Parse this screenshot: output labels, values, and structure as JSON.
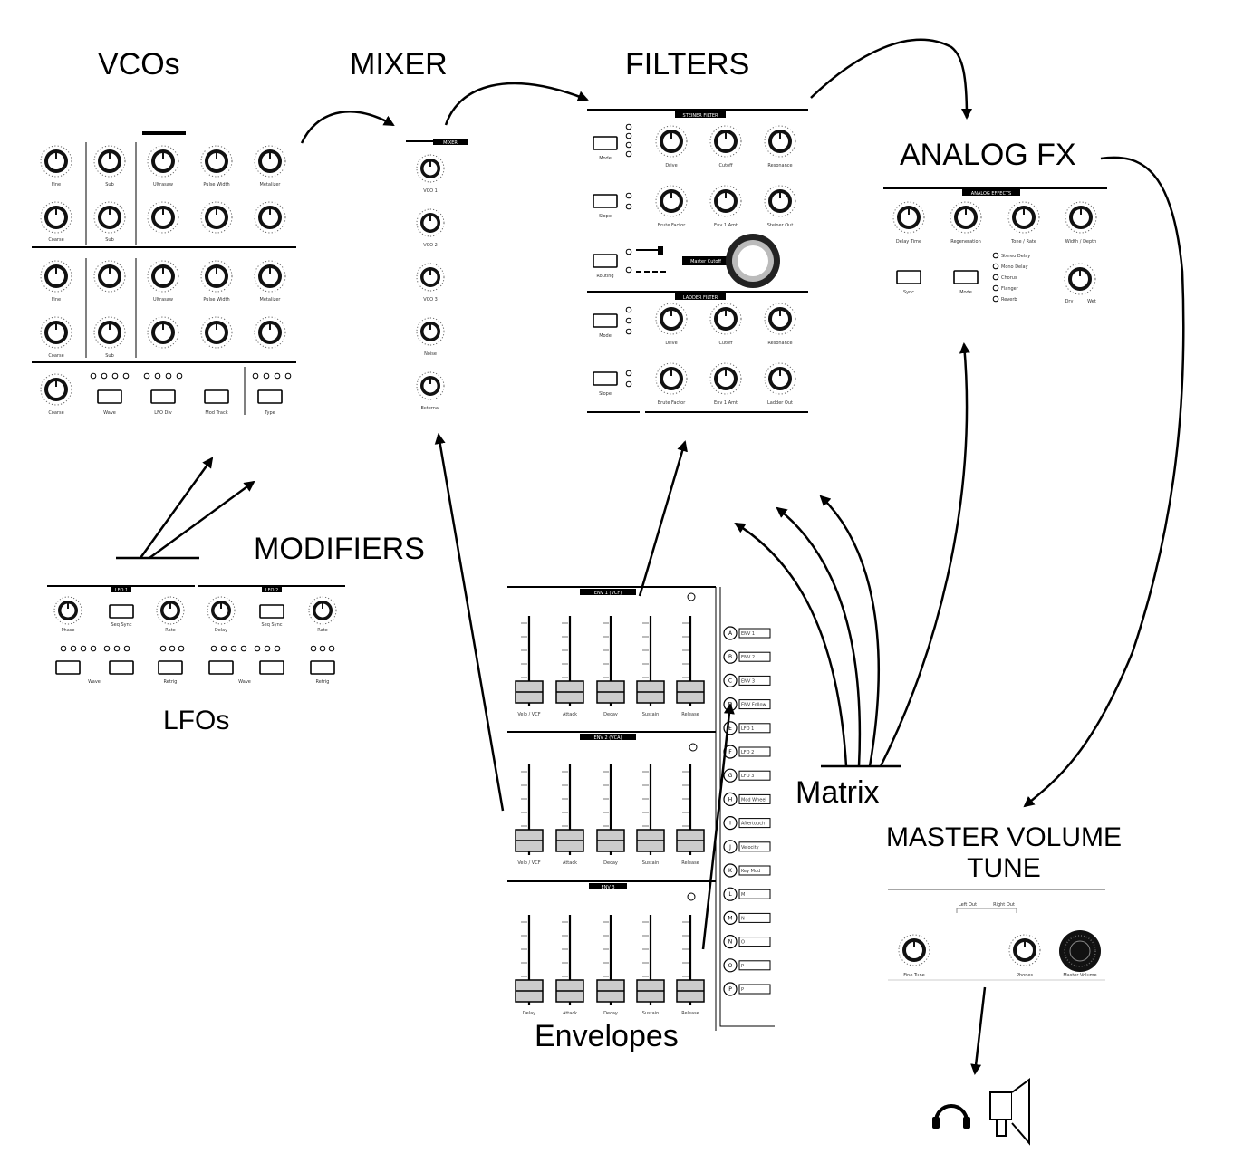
{
  "colors": {
    "ink": "#000000",
    "background": "#ffffff",
    "panel_tick": "#555555"
  },
  "labels": {
    "vcos": "VCOs",
    "mixer": "MIXER",
    "filters": "FILTERS",
    "analog_fx": "ANALOG FX",
    "modifiers": "MODIFIERS",
    "lfos": "LFOs",
    "envelopes": "Envelopes",
    "matrix": "Matrix",
    "master_line1": "MASTER VOLUME",
    "master_line2": "TUNE"
  },
  "vco_panel": {
    "row_labels": [
      "Fine",
      "Sub",
      "Ultrasaw",
      "Pulse Width",
      "Metalizer"
    ],
    "row2_labels": [
      "Coarse",
      "Sub",
      "",
      "",
      ""
    ],
    "bottom_labels": [
      "Coarse",
      "Wave",
      "LFO Div",
      "Mod Track",
      "Type"
    ]
  },
  "mixer_panel": {
    "header": "MIXER",
    "channels": [
      "VCO 1",
      "VCO 2",
      "VCO 3",
      "Noise",
      "External"
    ]
  },
  "filter_panel": {
    "steiner_header": "STEINER FILTER",
    "ladder_header": "LADDER FILTER",
    "steiner_knobs": [
      "Drive",
      "Cutoff",
      "Resonance"
    ],
    "steiner_knobs2": [
      "Brute Factor",
      "Env 1 Amt",
      "Steiner Out"
    ],
    "ladder_knobs": [
      "Drive",
      "Cutoff",
      "Resonance"
    ],
    "ladder_knobs2": [
      "Brute Factor",
      "Env 1 Amt",
      "Ladder Out"
    ],
    "buttons": [
      "Mode",
      "Slope",
      "Routing",
      "Mode",
      "Slope"
    ],
    "master_cutoff": "Master Cutoff"
  },
  "fx_panel": {
    "header": "ANALOG EFFECTS",
    "knobs": [
      "Delay Time",
      "Regeneration",
      "Tone / Rate",
      "Width / Depth"
    ],
    "buttons": [
      "Sync",
      "Mode"
    ],
    "modes": [
      "Stereo Delay",
      "Mono Delay",
      "Chorus",
      "Flanger",
      "Reverb"
    ],
    "drywet": [
      "Dry",
      "Wet"
    ]
  },
  "lfo_panel": {
    "headers": [
      "LFO 1",
      "LFO 2"
    ],
    "knobs": [
      "Phase",
      "Rate",
      "Delay",
      "Rate"
    ],
    "buttons": [
      "Seq Sync",
      "Seq Sync"
    ],
    "bottom": [
      "Wave",
      "Retrig",
      "Wave",
      "Retrig"
    ]
  },
  "env_panel": {
    "headers": [
      "ENV 1 (VCF)",
      "ENV 2 (VCA)",
      "ENV 3"
    ],
    "faders1": [
      "Velo / VCF",
      "Attack",
      "Decay",
      "Sustain",
      "Release"
    ],
    "faders2": [
      "Velo / VCF",
      "Attack",
      "Decay",
      "Sustain",
      "Release"
    ],
    "faders3": [
      "Delay",
      "Attack",
      "Decay",
      "Sustain",
      "Release"
    ]
  },
  "matrix_panel": {
    "rows": [
      "A",
      "B",
      "C",
      "D",
      "E",
      "F",
      "G",
      "H",
      "I",
      "J",
      "K",
      "L",
      "M",
      "N",
      "O",
      "P"
    ],
    "sources": [
      "ENV 1",
      "ENV 2",
      "ENV 3",
      "ENV Follow",
      "LFO 1",
      "LFO 2",
      "LFO 3",
      "Mod Wheel",
      "Aftertouch",
      "Velocity",
      "Key Mod",
      "M",
      "N",
      "O",
      "P",
      "P"
    ]
  },
  "master_panel": {
    "outs": [
      "Left Out",
      "Right Out"
    ],
    "knobs": [
      "Fine Tune",
      "Phones",
      "Master Volume"
    ]
  },
  "output_icons": [
    "headphones-icon",
    "speaker-icon"
  ]
}
